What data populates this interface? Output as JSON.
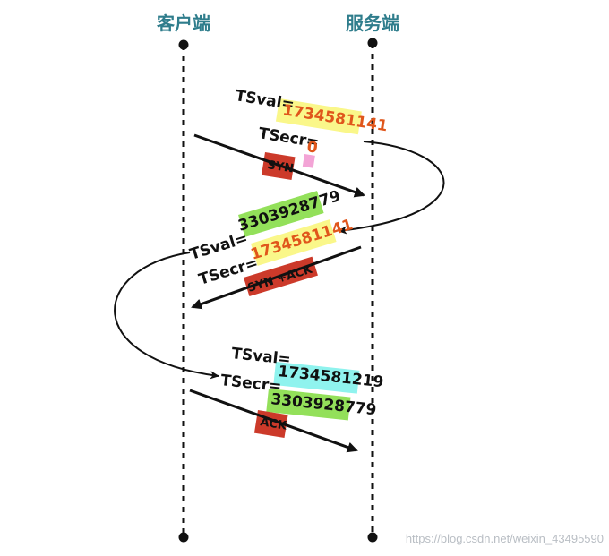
{
  "client": {
    "label": "客户端"
  },
  "server": {
    "label": "服务端"
  },
  "colors": {
    "actor_text": "#2f7d8c",
    "yellow_highlight": "#faf78a",
    "green_highlight": "#93e05a",
    "cyan_highlight": "#8ff3ee",
    "pink_highlight": "#f3a4d6",
    "tag_red": "#cc3a2a",
    "orange_value": "#e0561b"
  },
  "steps": [
    {
      "tsval_label": "TSval=",
      "tsval": "1734581141",
      "tsecr_label": "TSecr=",
      "tsecr": "0",
      "tag": "SYN"
    },
    {
      "tsval_label": "TSval=",
      "tsval": "3303928779",
      "tsecr_label": "TSecr=",
      "tsecr": "1734581141",
      "tag": "SYN +ACK"
    },
    {
      "tsval_label": "TSval=",
      "tsval": "1734581219",
      "tsecr_label": "TSecr=",
      "tsecr": "3303928779",
      "tag": "ACK"
    }
  ],
  "watermark": "https://blog.csdn.net/weixin_43495590"
}
